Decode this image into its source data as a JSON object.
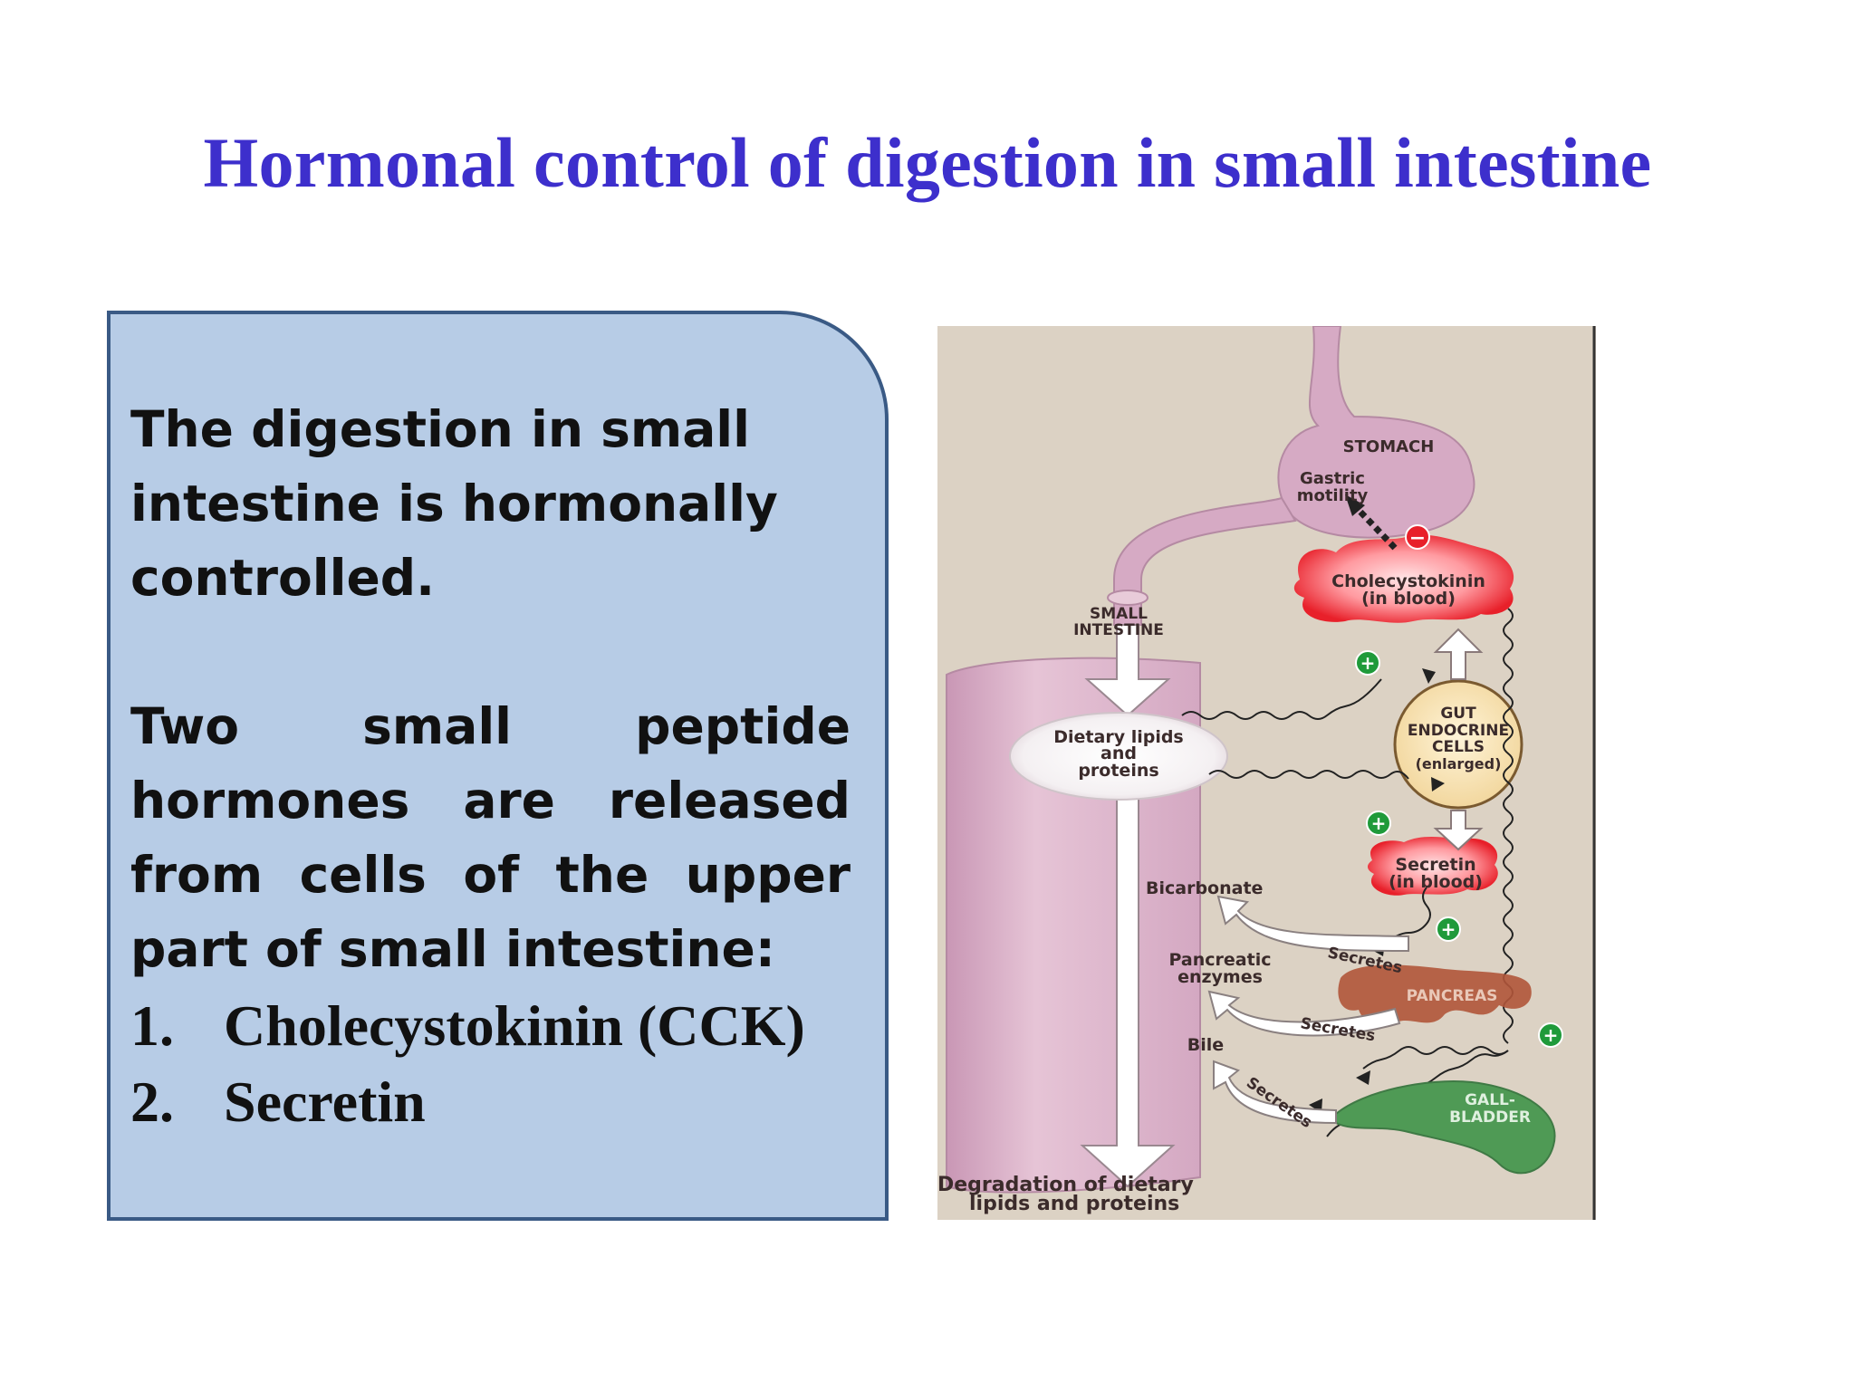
{
  "slide": {
    "title": "Hormonal control of digestion in small intestine"
  },
  "text_box": {
    "intro": "The digestion in small intestine is hormonally controlled.",
    "detail": "Two small peptide hormones are released from cells of the upper part of small intestine:",
    "hormones": [
      {
        "number": "1.",
        "name": "Cholecystokinin (CCK)"
      },
      {
        "number": "2.",
        "name": "Secretin"
      }
    ]
  },
  "diagram": {
    "stomach": "STOMACH",
    "gastric_motility": [
      "Gastric",
      "motility"
    ],
    "cck_blood": [
      "Cholecystokinin",
      "(in blood)"
    ],
    "small_intestine": [
      "SMALL",
      "INTESTINE"
    ],
    "dietary": [
      "Dietary lipids",
      "and",
      "proteins"
    ],
    "gut_cells": [
      "GUT",
      "ENDOCRINE",
      "CELLS",
      "(enlarged)"
    ],
    "secretin_blood": [
      "Secretin",
      "(in blood)"
    ],
    "bicarbonate": "Bicarbonate",
    "pancreatic_enzymes": [
      "Pancreatic",
      "enzymes"
    ],
    "bile": "Bile",
    "secretes": "Secretes",
    "pancreas": "PANCREAS",
    "gallbladder": [
      "GALL-",
      "BLADDER"
    ],
    "degradation": [
      "Degradation of dietary",
      "lipids and proteins"
    ],
    "plus_sign": "+",
    "minus_sign": "−"
  },
  "colors": {
    "title": "#3d2fcc",
    "box_fill": "#b7cce6",
    "box_border": "#3a5a85",
    "diagram_bg": "#dcd2c4",
    "intestine": "#d8b0c8",
    "hormone_blob": "#e8202a",
    "plus_circle": "#1f9a3a",
    "gallbladder": "#4f9a55",
    "pancreas": "#b0553a"
  }
}
